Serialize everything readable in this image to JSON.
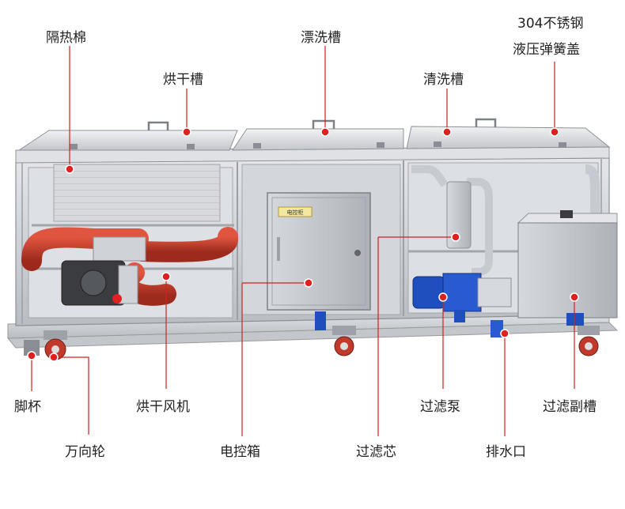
{
  "labels": {
    "insulation": "隔热棉",
    "drying_tank": "烘干槽",
    "rinse_tank": "漂洗槽",
    "cleaning_tank": "清洗槽",
    "lid_line1": "304不锈钢",
    "lid_line2": "液压弹簧盖",
    "foot_cup": "脚杯",
    "caster": "万向轮",
    "drying_fan": "烘干风机",
    "control_box": "电控箱",
    "filter_core": "过滤芯",
    "drain": "排水口",
    "filter_pump": "过滤泵",
    "aux_filter_tank": "过滤副槽"
  },
  "panel_label": "电控柜",
  "colors": {
    "leader": "#d02020",
    "steel": "#c9ccd1",
    "hose": "#c0392b",
    "pump_motor": "#1f4fbf"
  }
}
